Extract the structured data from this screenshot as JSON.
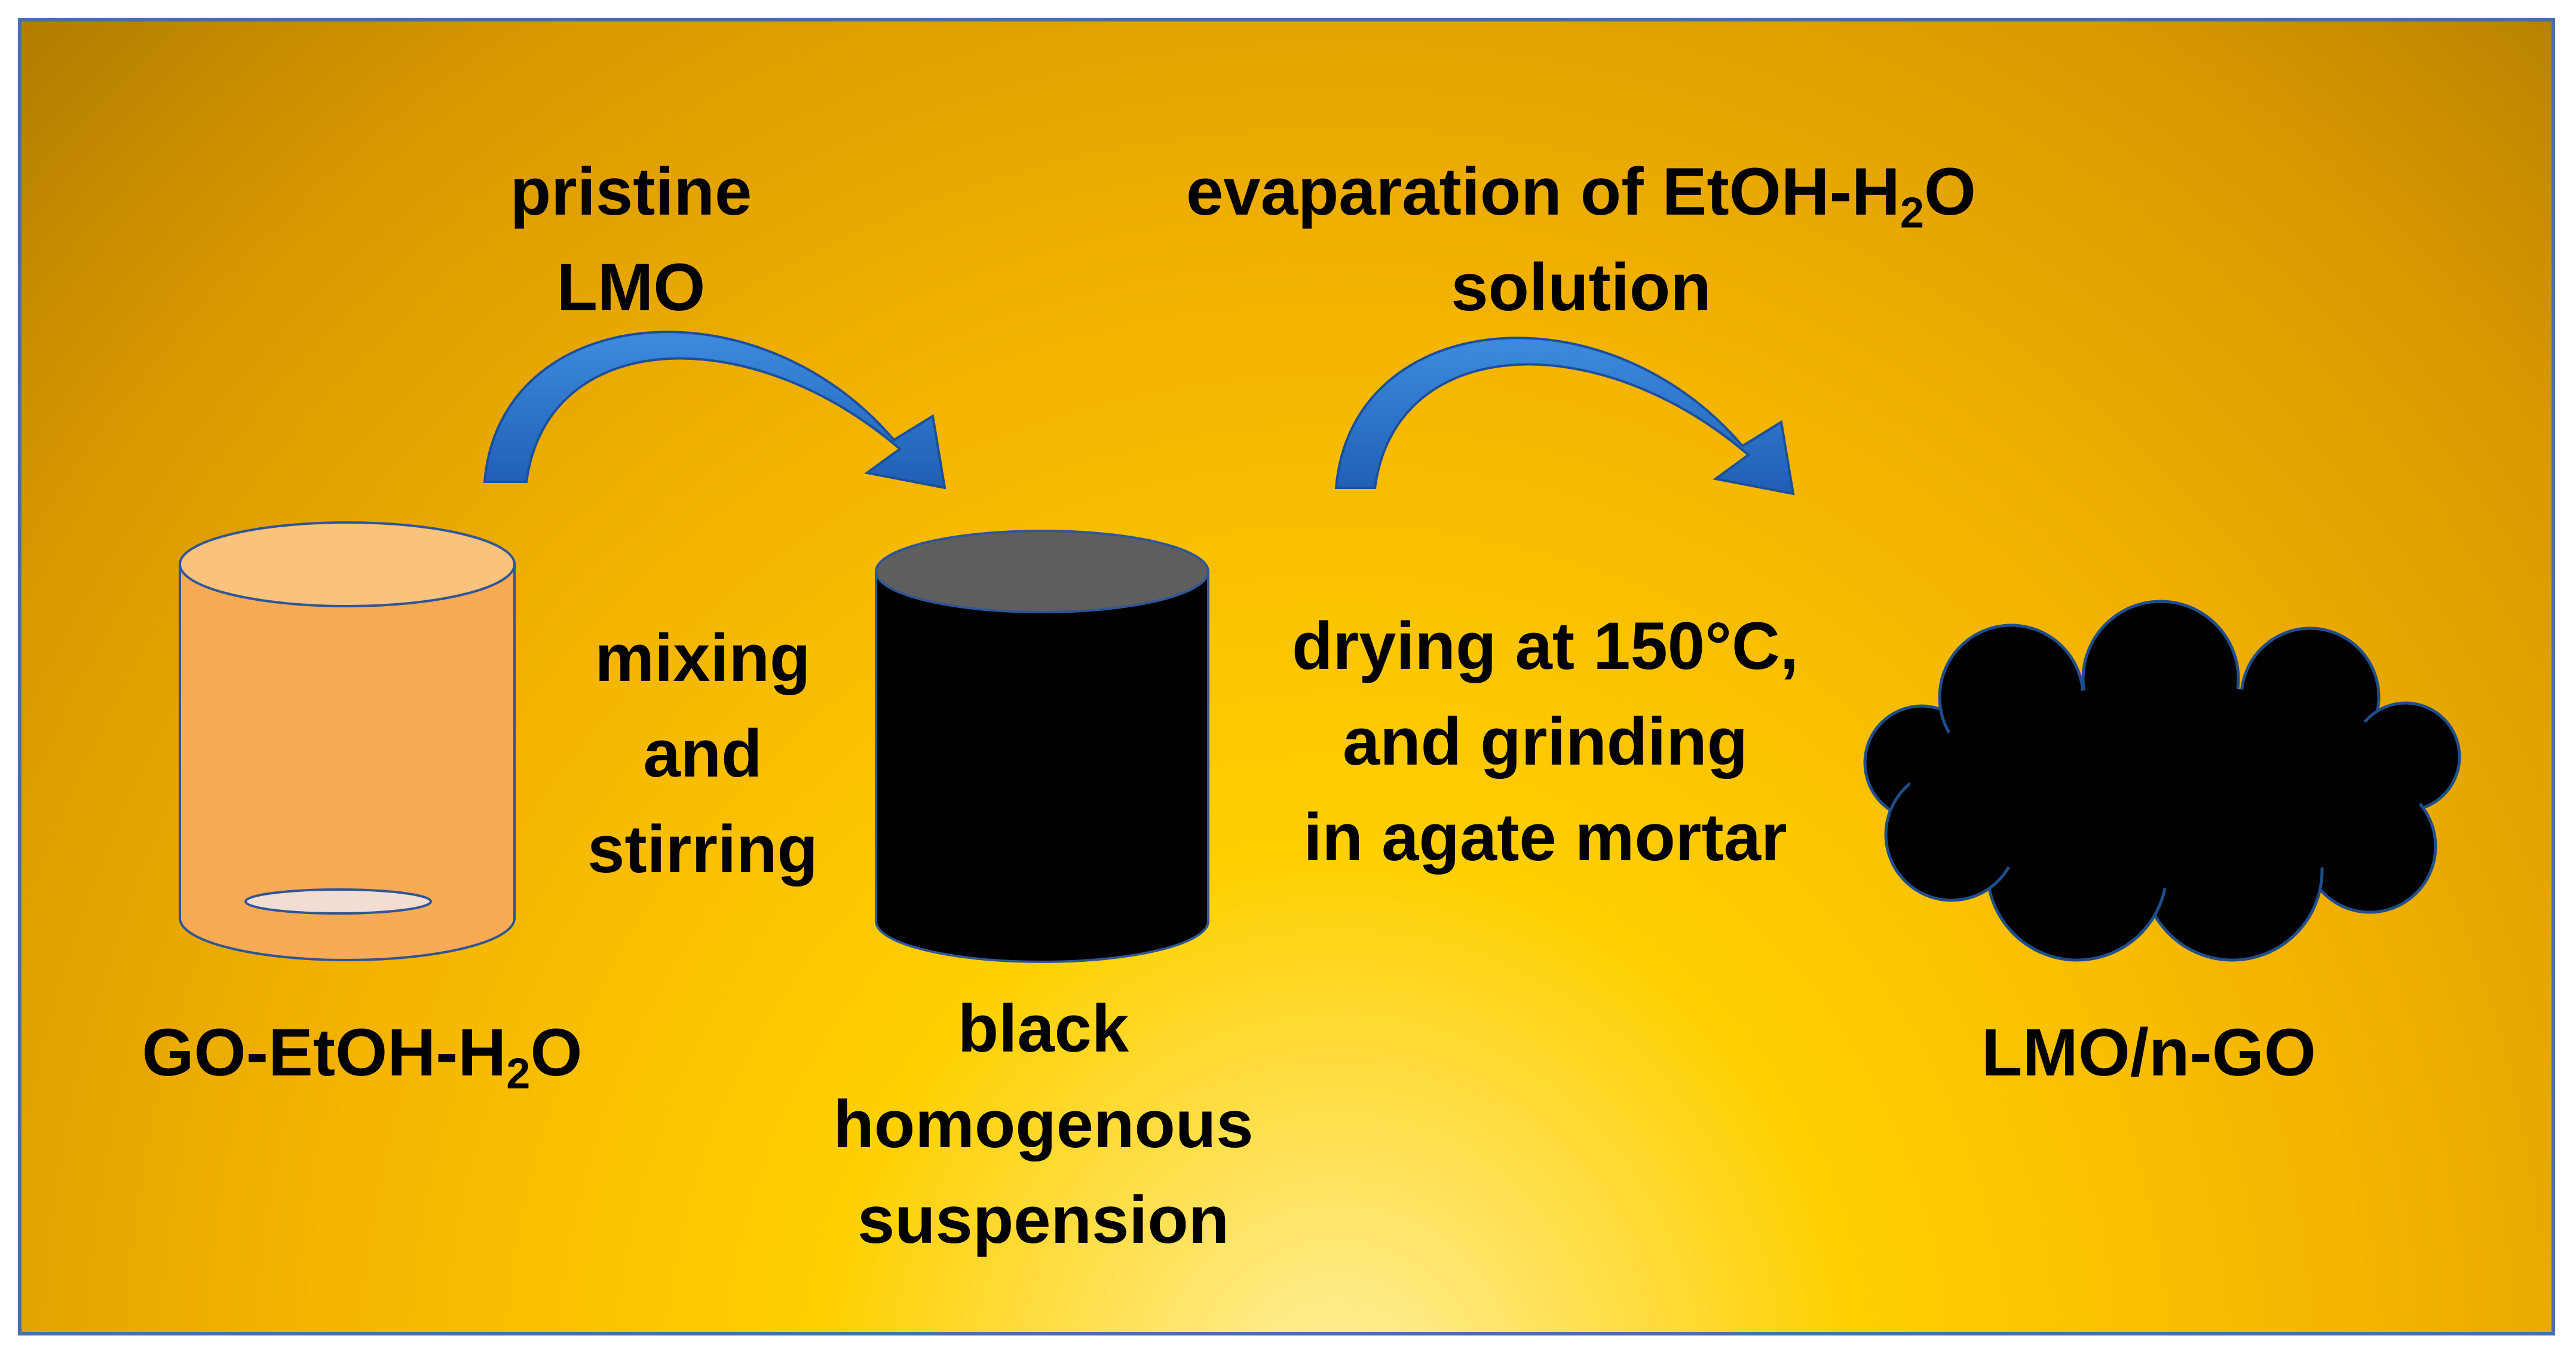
{
  "steps": {
    "arrow1": {
      "line1": "pristine",
      "line2": "LMO"
    },
    "arrow2": {
      "line1_pre": "evaparation of EtOH-H",
      "line1_sub": "2",
      "line1_post": "O",
      "line2": "solution"
    },
    "mid1": {
      "lines": [
        "mixing",
        "and",
        "stirring"
      ]
    },
    "mid2": {
      "lines": [
        "drying at 150°C,",
        "and grinding",
        "in agate mortar"
      ]
    }
  },
  "vessels": {
    "start": {
      "label_pre": "GO-EtOH-H",
      "label_sub": "2",
      "label_post": "O"
    },
    "suspension": {
      "lines": [
        "black",
        "homogenous",
        "suspension"
      ]
    },
    "product": {
      "label": "LMO/n-GO"
    }
  },
  "colors": {
    "frame_border": "#4a6fb0",
    "arrow_fill": "#2e7bd4",
    "beaker_fill": "#f8aa55",
    "suspension_fill": "#000000",
    "suspension_top": "#5e5e5e",
    "outline": "#2f5597"
  }
}
